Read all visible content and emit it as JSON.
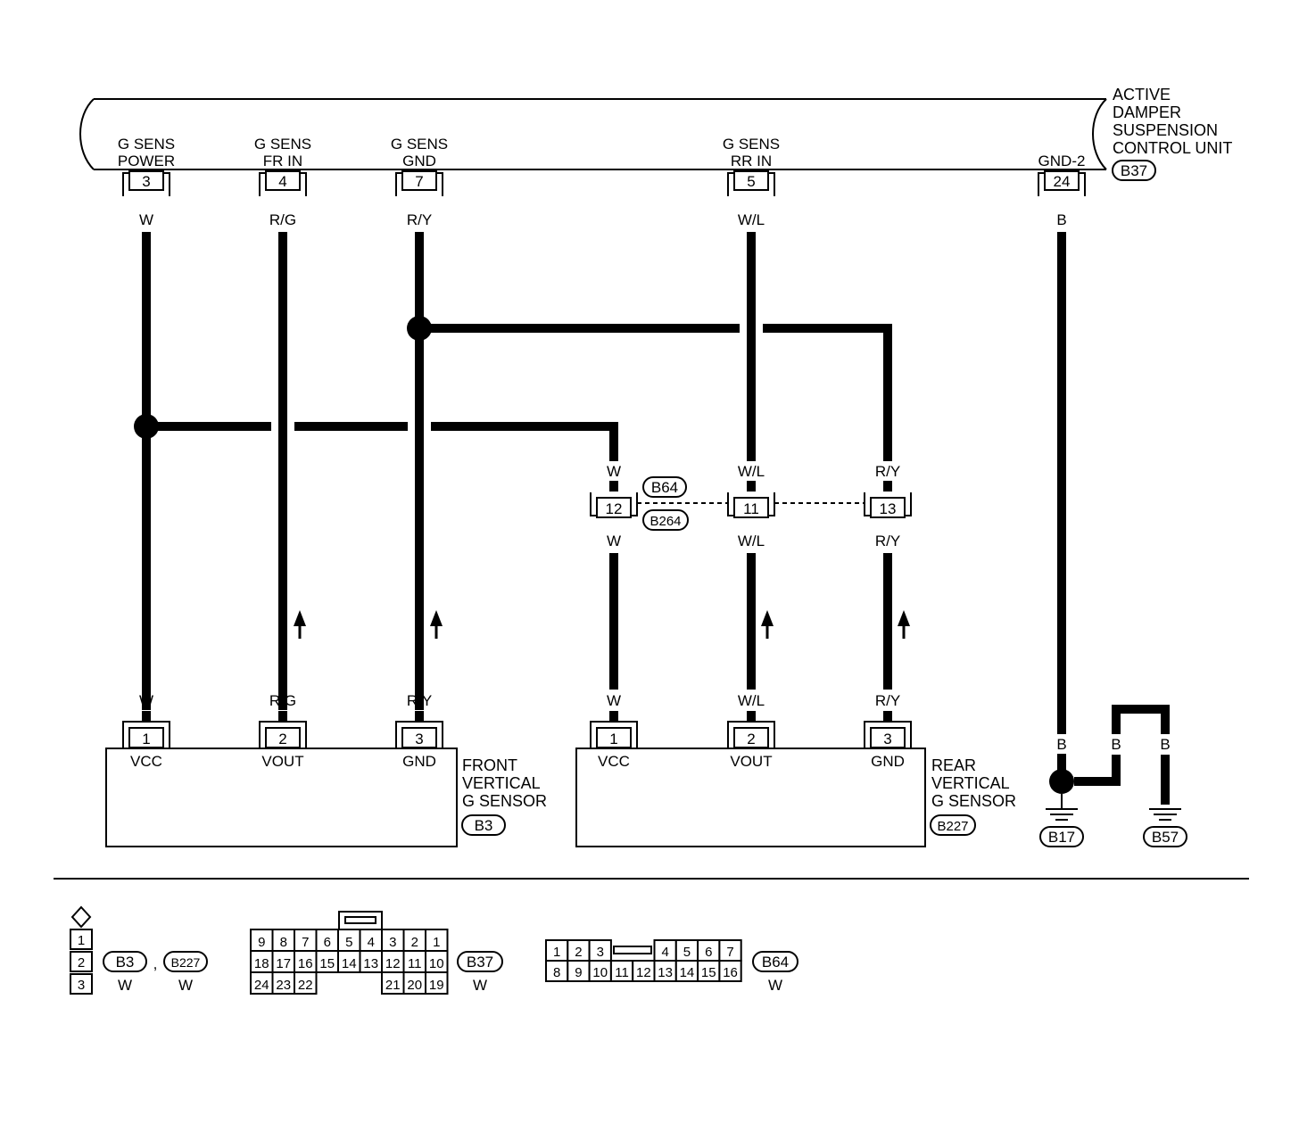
{
  "ecu": {
    "name_lines": [
      "ACTIVE",
      "DAMPER",
      "SUSPENSION",
      "CONTROL UNIT"
    ],
    "connector": "B37",
    "terminals": [
      {
        "lines": [
          "G SENS",
          "POWER"
        ],
        "pin": "3",
        "color": "W"
      },
      {
        "lines": [
          "G SENS",
          "FR IN"
        ],
        "pin": "4",
        "color": "R/G"
      },
      {
        "lines": [
          "G SENS",
          "GND"
        ],
        "pin": "7",
        "color": "R/Y"
      },
      {
        "lines": [
          "G SENS",
          "RR IN"
        ],
        "pin": "5",
        "color": "W/L"
      },
      {
        "lines": [
          "GND-2"
        ],
        "pin": "24",
        "color": "B"
      }
    ]
  },
  "joint": {
    "connector_top": "B64",
    "connector_bottom": "B264",
    "pins": [
      {
        "pin": "12",
        "color_top": "W",
        "color_bottom": "W"
      },
      {
        "pin": "11",
        "color_top": "W/L",
        "color_bottom": "W/L"
      },
      {
        "pin": "13",
        "color_top": "R/Y",
        "color_bottom": "R/Y"
      }
    ]
  },
  "front_sensor": {
    "name_lines": [
      "FRONT",
      "VERTICAL",
      "G SENSOR"
    ],
    "connector": "B3",
    "terminals": [
      {
        "pin": "1",
        "name": "VCC",
        "color": "W"
      },
      {
        "pin": "2",
        "name": "VOUT",
        "color": "R/G"
      },
      {
        "pin": "3",
        "name": "GND",
        "color": "R/Y"
      }
    ]
  },
  "rear_sensor": {
    "name_lines": [
      "REAR",
      "VERTICAL",
      "G SENSOR"
    ],
    "connector": "B227",
    "terminals": [
      {
        "pin": "1",
        "name": "VCC",
        "color": "W"
      },
      {
        "pin": "2",
        "name": "VOUT",
        "color": "W/L"
      },
      {
        "pin": "3",
        "name": "GND",
        "color": "R/Y"
      }
    ]
  },
  "ground": {
    "wire_colors": [
      "B",
      "B",
      "B"
    ],
    "points": [
      "B17",
      "B57"
    ]
  },
  "connector_views": {
    "c3": {
      "pins": [
        "1",
        "2",
        "3"
      ],
      "labels": [
        "B3",
        "B227"
      ],
      "colors": [
        "W",
        "W"
      ],
      "separator": ","
    },
    "b37": {
      "rows": [
        [
          "9",
          "8",
          "7",
          "6",
          "5",
          "4",
          "3",
          "2",
          "1"
        ],
        [
          "18",
          "17",
          "16",
          "15",
          "14",
          "13",
          "12",
          "11",
          "10"
        ],
        [
          "24",
          "23",
          "22",
          "",
          "",
          "",
          "21",
          "20",
          "19"
        ]
      ],
      "label": "B37",
      "color": "W"
    },
    "b64": {
      "rows": [
        [
          "1",
          "2",
          "3",
          "",
          "",
          "4",
          "5",
          "6",
          "7"
        ],
        [
          "8",
          "9",
          "10",
          "11",
          "12",
          "13",
          "14",
          "15",
          "16"
        ]
      ],
      "label": "B64",
      "color": "W"
    }
  }
}
